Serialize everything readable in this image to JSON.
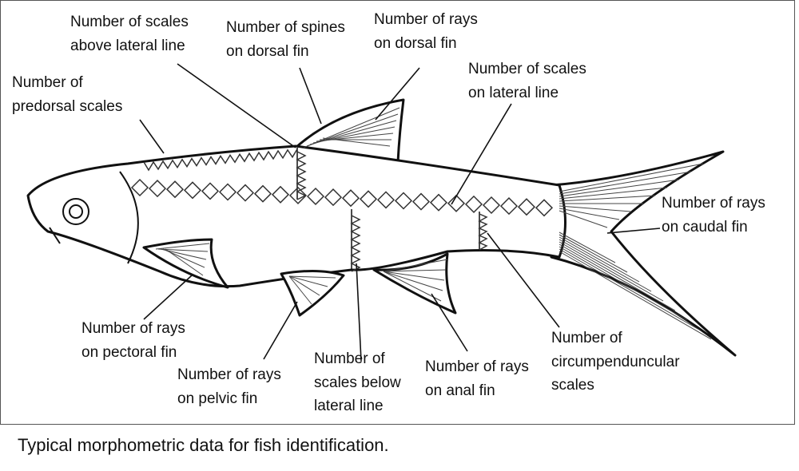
{
  "labels": {
    "scales_above": [
      "Number of scales",
      "above lateral line"
    ],
    "dorsal_spines": [
      "Number of spines",
      "on dorsal fin"
    ],
    "dorsal_rays": [
      "Number of rays",
      "on dorsal fin"
    ],
    "predorsal": [
      "Number of",
      "predorsal scales"
    ],
    "lateral_line": [
      "Number of scales",
      "on lateral line"
    ],
    "caudal_rays": [
      "Number of rays",
      "on caudal fin"
    ],
    "pectoral_rays": [
      "Number of rays",
      "on pectoral fin"
    ],
    "pelvic_rays": [
      "Number of rays",
      "on pelvic fin"
    ],
    "scales_below": [
      "Number of",
      "scales below",
      "lateral line"
    ],
    "anal_rays": [
      "Number of rays",
      "on anal fin"
    ],
    "circumpeduncular": [
      "Number of",
      "circumpenduncular",
      "scales"
    ]
  },
  "caption": "Typical morphometric data for fish identification."
}
